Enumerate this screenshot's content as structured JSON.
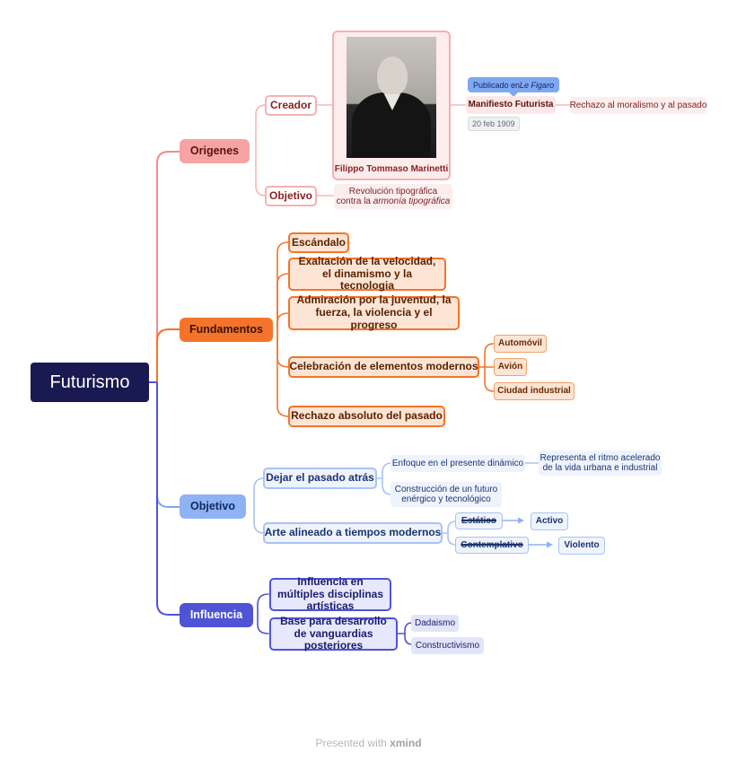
{
  "colors": {
    "root_bg": "#1a1a52",
    "origenes": "#f58a8a",
    "fundamentos": "#f4742b",
    "objetivo": "#7fa7f2",
    "influencia": "#4f54d6"
  },
  "root": {
    "label": "Futurismo"
  },
  "origenes": {
    "label": "Origenes",
    "creador": {
      "label": "Creador",
      "photo_icon": "portrait-photo",
      "photo_caption": "Filippo Tommaso Marinetti",
      "manifiesto": {
        "label": "Manifiesto Futurista",
        "callout_prefix": "Publicado en ",
        "callout_italic": "Le Figaro",
        "date": "20 feb 1909",
        "detail": "Rechazo al moralismo y al pasado"
      }
    },
    "objetivo": {
      "label": "Objetivo",
      "detail_line1": "Revolución tipográfica",
      "detail_line2_prefix": "contra la ",
      "detail_line2_italic": "armonía tipográfica"
    }
  },
  "fundamentos": {
    "label": "Fundamentos",
    "items": [
      {
        "label": "Escándalo"
      },
      {
        "label": "Exaltación de la velocidad, el dinamismo y la tecnologia"
      },
      {
        "label": "Admiración por la juventud, la fuerza, la violencia y el progreso"
      },
      {
        "label": "Celebración de elementos modernos"
      },
      {
        "label": "Rechazo absoluto del pasado"
      }
    ],
    "elementos": [
      "Automóvil",
      "Avión",
      "Ciudad industrial"
    ]
  },
  "objetivo": {
    "label": "Objetivo",
    "dejar": {
      "label": "Dejar el pasado atrás",
      "enfoque": "Enfoque en el presente dinámico",
      "representa": "Representa el ritmo acelerado de la vida urbana e industrial",
      "construccion": "Construcción de un futuro enérgico y tecnológico"
    },
    "arte": {
      "label": "Arte alineado a tiempos modernos",
      "estatico": "Estático",
      "activo": "Activo",
      "contemplativo": "Contemplativo",
      "violento": "Violento"
    }
  },
  "influencia": {
    "label": "Influencia",
    "multiples": "Influencia en múltiples disciplinas artísticas",
    "base": "Base para desarrollo de vanguardias posteriores",
    "dadaismo": "Dadaismo",
    "constructivismo": "Constructivismo"
  },
  "footer": {
    "prefix": "Presented with ",
    "brand": "xmind"
  }
}
